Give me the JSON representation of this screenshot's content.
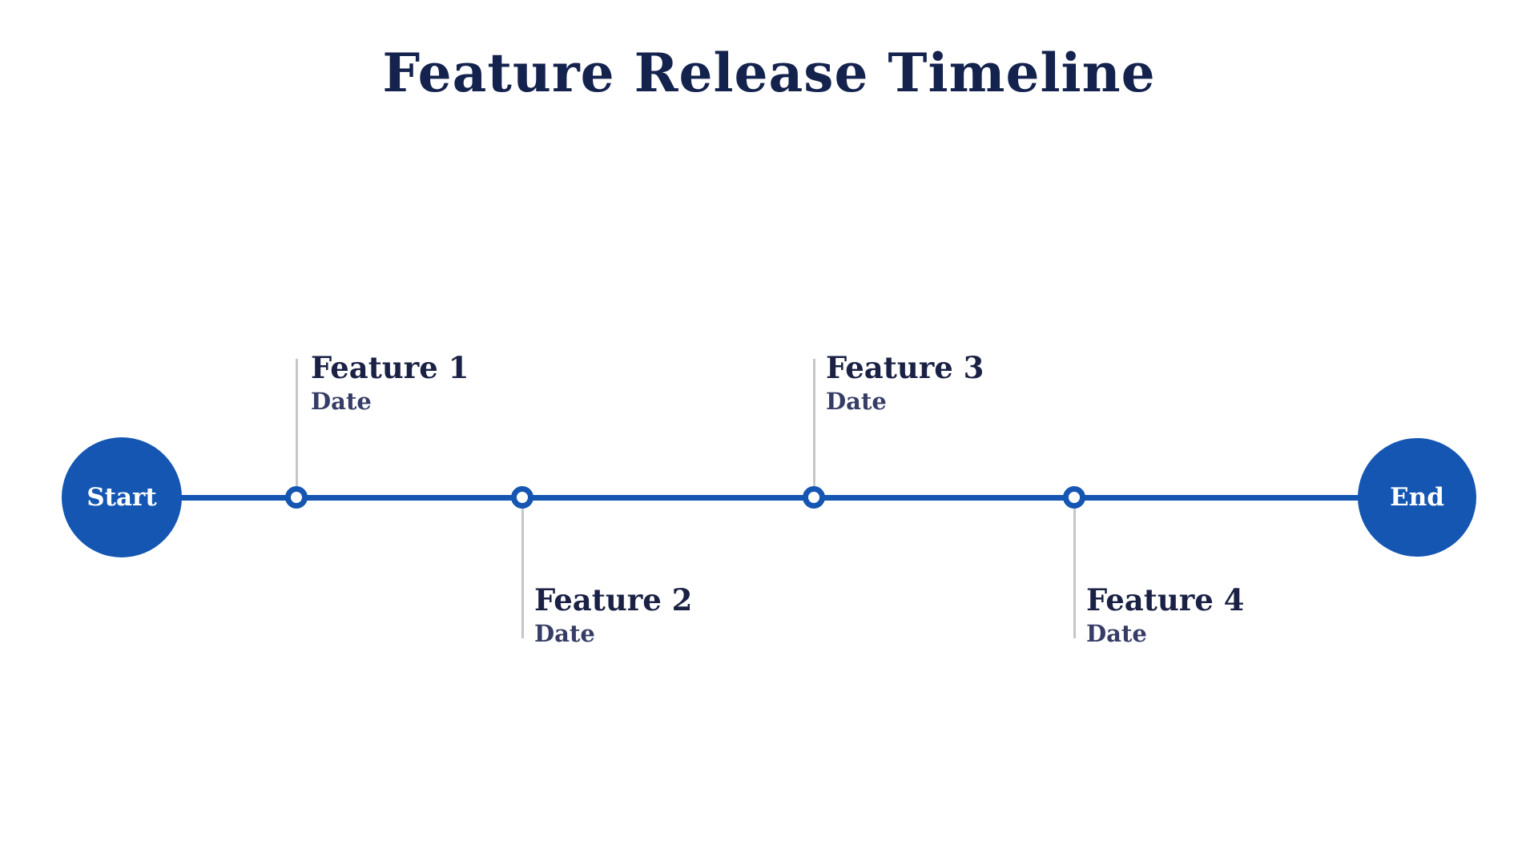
{
  "title": "Feature Release Timeline",
  "colors": {
    "accent_blue": "#1456b2",
    "title_navy": "#14224e",
    "milestone_title_navy": "#1a2145",
    "date_navy": "#363c66",
    "connector_gray": "#c6c6c8",
    "node_fill": "#ffffff",
    "background": "#ffffff"
  },
  "timeline": {
    "start_label": "Start",
    "end_label": "End",
    "milestones": [
      {
        "title": "Feature 1",
        "date": "Date",
        "position": "above"
      },
      {
        "title": "Feature 2",
        "date": "Date",
        "position": "below"
      },
      {
        "title": "Feature 3",
        "date": "Date",
        "position": "above"
      },
      {
        "title": "Feature 4",
        "date": "Date",
        "position": "below"
      }
    ]
  }
}
